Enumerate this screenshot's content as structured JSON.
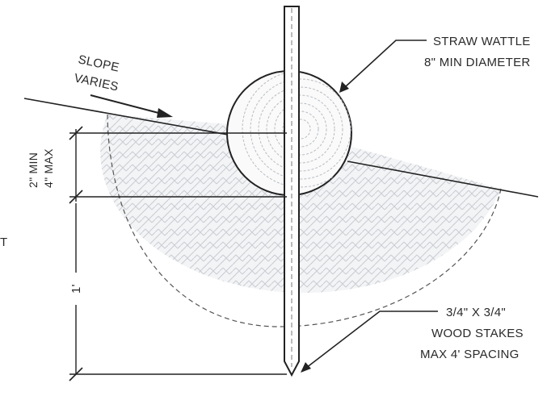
{
  "labels": {
    "slope_line1": "SLOPE",
    "slope_line2": "VARIES",
    "wattle_line1": "STRAW WATTLE",
    "wattle_line2": "8\" MIN DIAMETER",
    "embed_min": "2\" MIN",
    "embed_max": "4\" MAX",
    "depth": "1'",
    "stake_line1": "3/4\" X 3/4\"",
    "stake_line2": "WOOD STAKES",
    "stake_line3": "MAX 4' SPACING",
    "edge_fragment": "T"
  }
}
